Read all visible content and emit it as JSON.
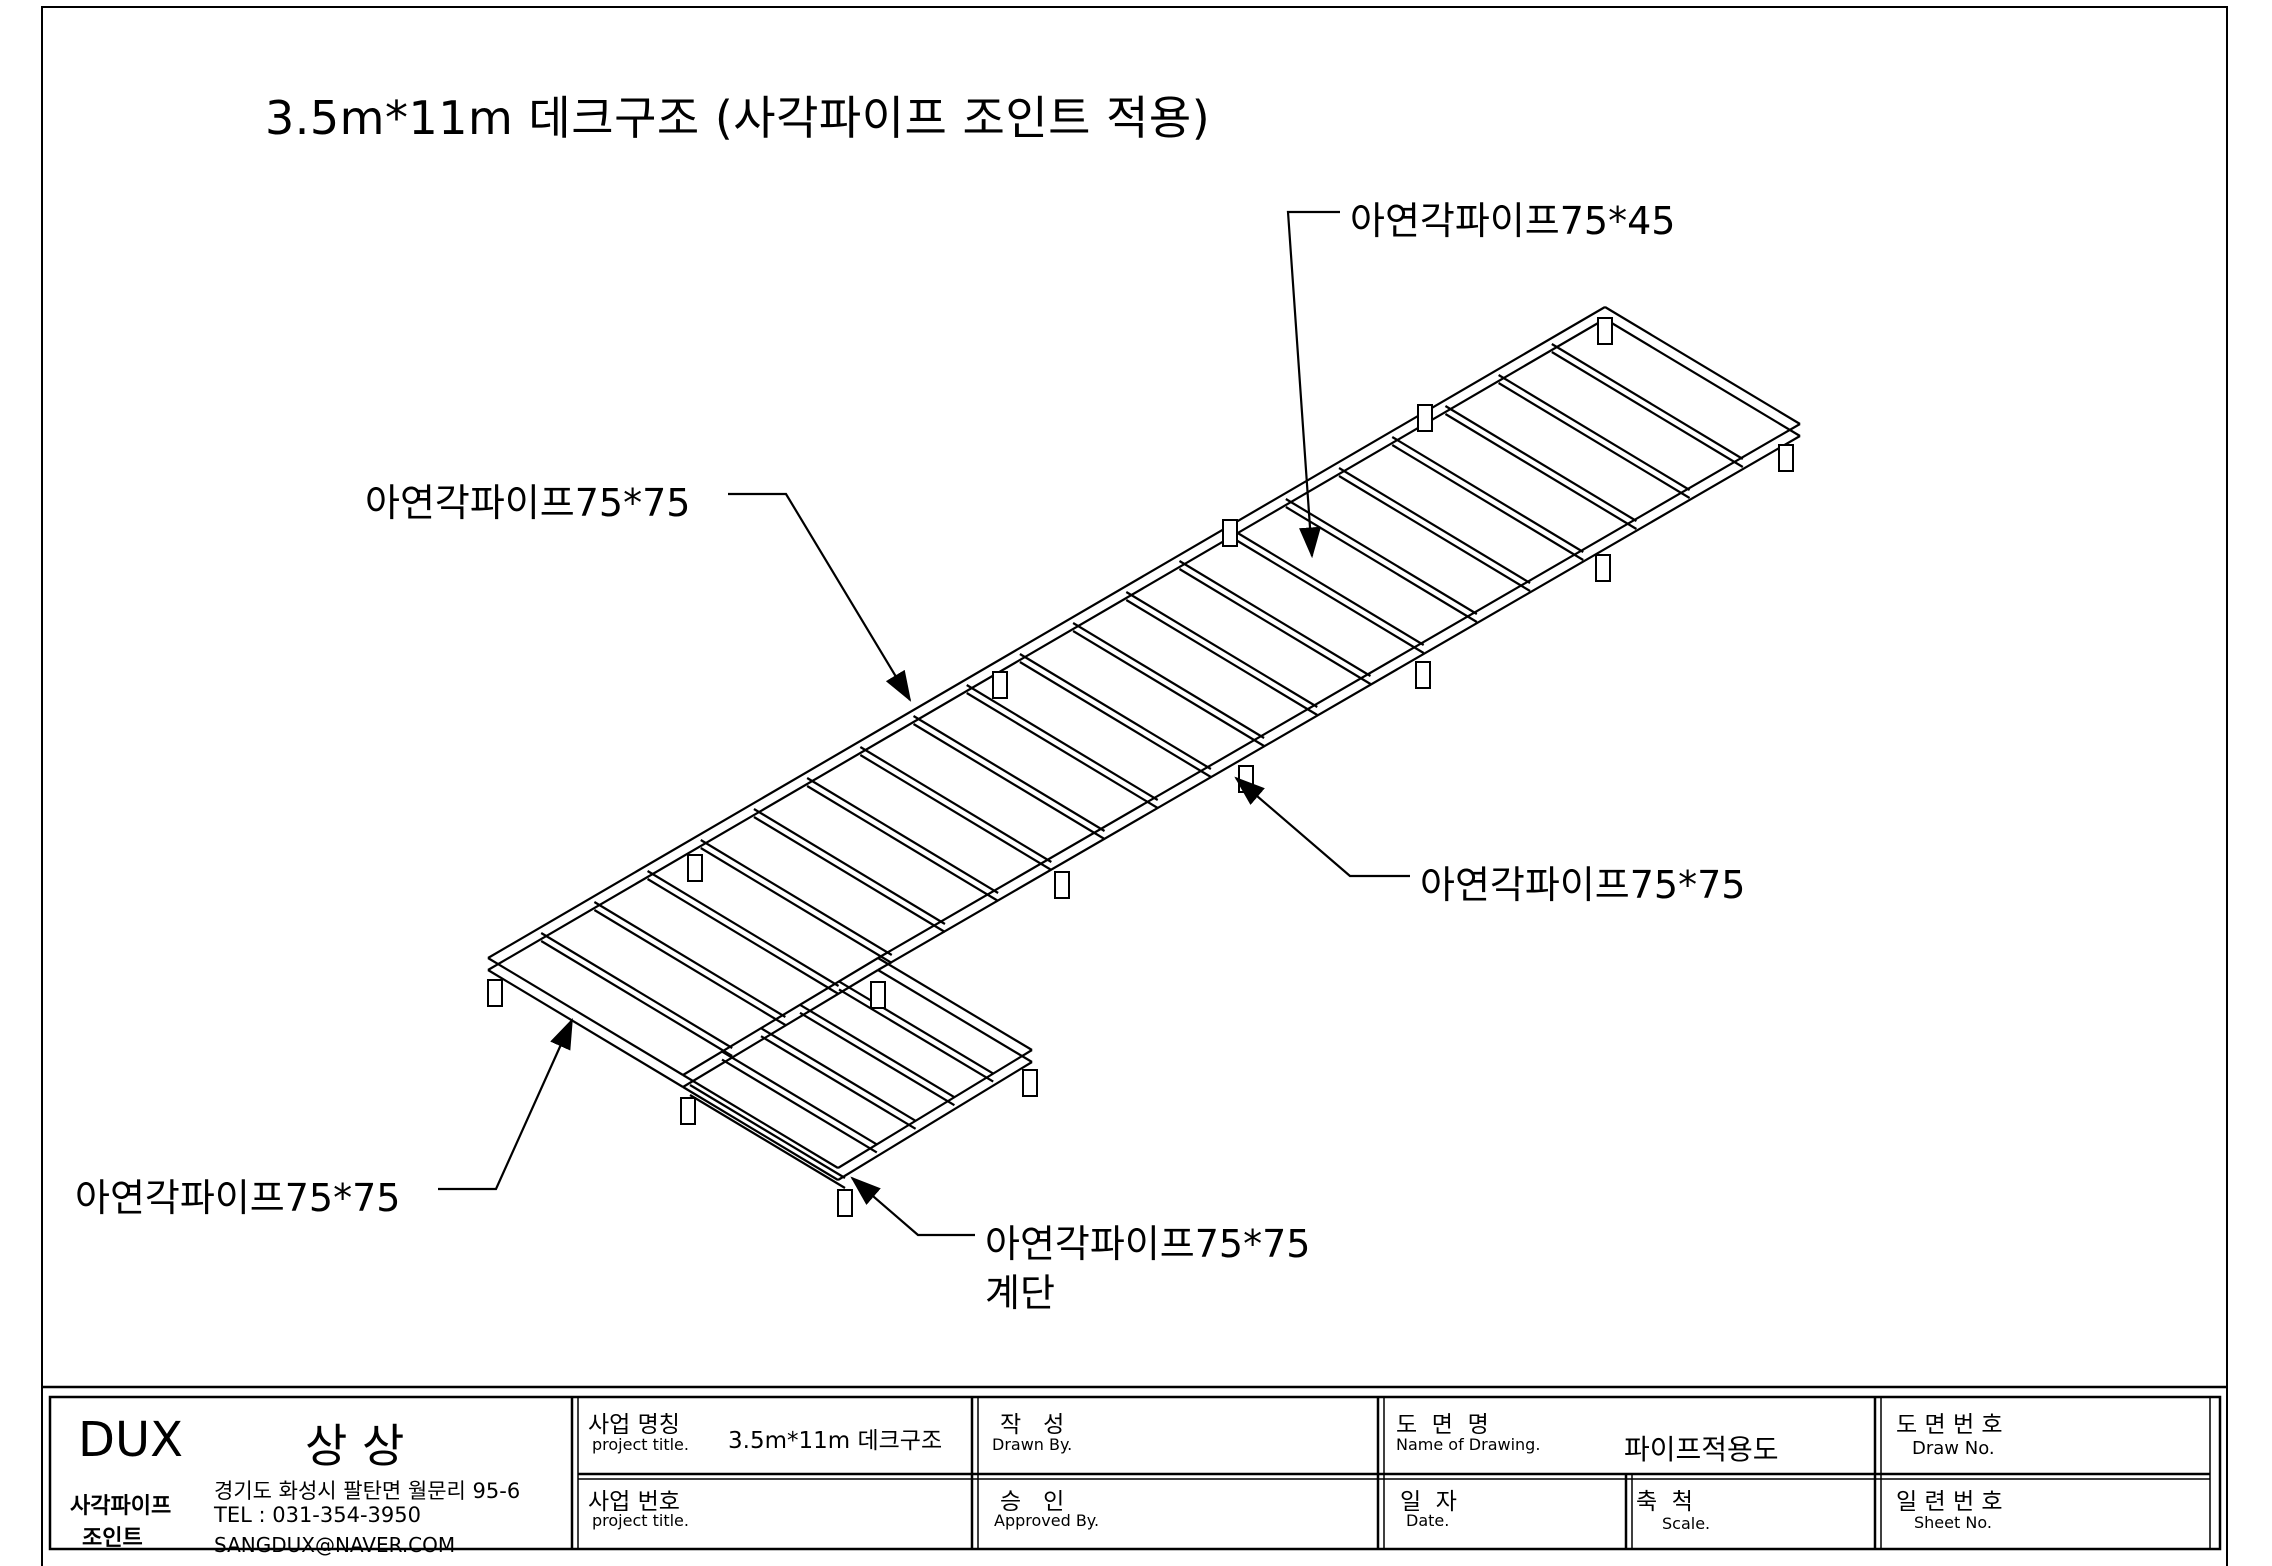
{
  "drawing": {
    "title": "3.5m*11m 데크구조 (사각파이프 조인트 적용)",
    "callouts": {
      "top_right": "아연각파이프75*45",
      "middle_left": "아연각파이프75*75",
      "middle_right": "아연각파이프75*75",
      "bottom_left": "아연각파이프75*75",
      "bottom_center": "아연각파이프75*75",
      "bottom_center_sub": "계단"
    }
  },
  "title_block": {
    "company": {
      "logo": "DUX",
      "name": "상 상",
      "subtitle_1": "사각파이프",
      "subtitle_2": "조인트",
      "address": "경기도 화성시 팔탄면 월문리 95-6",
      "tel": "TEL : 031-354-3950",
      "email": "SANGDUX@NAVER.COM"
    },
    "project_name_label": "사업 명칭",
    "project_name_sub": "project title.",
    "project_name_value": "3.5m*11m 데크구조",
    "project_number_label": "사업 번호",
    "project_number_sub": "project title.",
    "drawn_label": "작   성",
    "drawn_sub": "Drawn By.",
    "approved_label": "승   인",
    "approved_sub": "Approved By.",
    "drawing_name_label": "도  면  명",
    "drawing_name_sub": "Name of Drawing.",
    "drawing_name_value": "파이프적용도",
    "date_label": "일  자",
    "date_sub": "Date.",
    "scale_label": "축  척",
    "scale_sub": "Scale.",
    "drawing_no_label": "도 면 번 호",
    "drawing_no_sub": "Draw No.",
    "sheet_no_label": "일 련 번 호",
    "sheet_no_sub": "Sheet No."
  }
}
